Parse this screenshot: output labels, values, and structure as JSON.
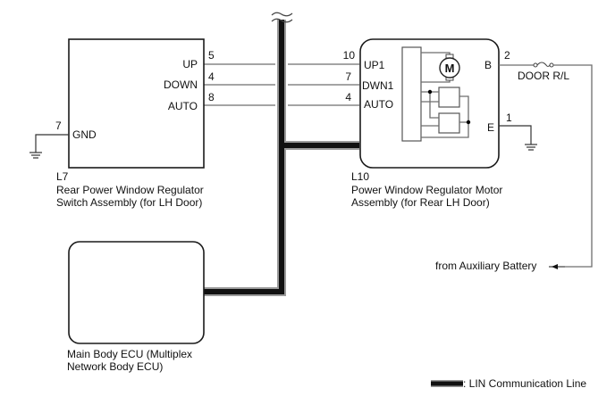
{
  "components": {
    "switch": {
      "code": "L7",
      "name_line1": "Rear Power Window Regulator",
      "name_line2": "Switch Assembly (for LH Door)",
      "pins": [
        {
          "label": "UP",
          "number": "5"
        },
        {
          "label": "DOWN",
          "number": "4"
        },
        {
          "label": "AUTO",
          "number": "8"
        }
      ],
      "gnd_label": "GND",
      "gnd_number": "7"
    },
    "motor": {
      "code": "L10",
      "name_line1": "Power Window Regulator Motor",
      "name_line2": "Assembly (for Rear LH Door)",
      "pins": [
        {
          "label": "UP1",
          "number": "10"
        },
        {
          "label": "DWN1",
          "number": "7"
        },
        {
          "label": "AUTO",
          "number": "4"
        }
      ],
      "b_label": "B",
      "b_number": "2",
      "e_label": "E",
      "e_number": "1",
      "motor_symbol": "M"
    },
    "ecu": {
      "name_line1": "Main Body ECU (Multiplex",
      "name_line2": "Network Body ECU)"
    }
  },
  "fuse": {
    "label": "DOOR R/L"
  },
  "power_source": {
    "label": "from Auxiliary Battery"
  },
  "legend": {
    "lin_label": ": LIN Communication Line"
  },
  "icons": {
    "ground": "ground-icon",
    "fuse": "fuse-icon",
    "motor": "motor-icon",
    "break": "wire-break-icon",
    "arrow": "arrow-left-icon"
  }
}
